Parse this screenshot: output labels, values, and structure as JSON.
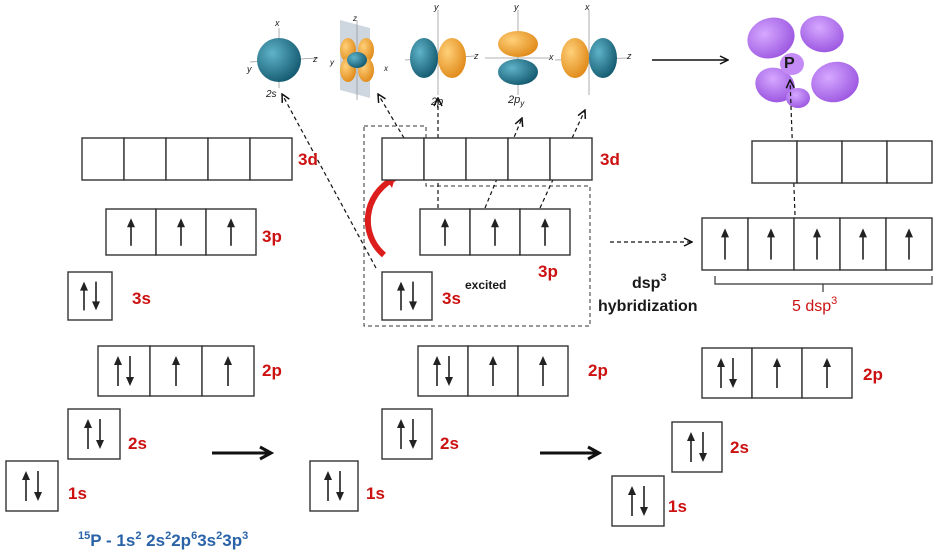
{
  "colors": {
    "label_red": "#cc1111",
    "config_blue": "#2a63a8",
    "orbital_teal": "#1f6f88",
    "orbital_orange": "#f0a030",
    "hybrid_purple": "#b070e8",
    "curved_arrow_red": "#dd1c1c"
  },
  "ground_state": {
    "labels": {
      "3d": "3d",
      "3p": "3p",
      "3s": "3s",
      "2p": "2p",
      "2s": "2s",
      "1s": "1s"
    },
    "occupancy": {
      "3d": [
        "empty",
        "empty",
        "empty",
        "empty",
        "empty"
      ],
      "3p": [
        "up",
        "up",
        "up"
      ],
      "3s": [
        "pair"
      ],
      "2p": [
        "pair",
        "up",
        "up"
      ],
      "2s": [
        "pair"
      ],
      "1s": [
        "pair"
      ]
    }
  },
  "excited_state": {
    "labels": {
      "3d": "3d",
      "3p": "3p",
      "3s": "3s",
      "excited": "excited",
      "2p": "2p",
      "2s": "2s",
      "1s": "1s"
    },
    "occupancy": {
      "3d": [
        "empty",
        "empty",
        "empty",
        "empty",
        "empty"
      ],
      "3p": [
        "up",
        "up",
        "up"
      ],
      "3s": [
        "pair"
      ],
      "2p": [
        "pair",
        "up",
        "up"
      ],
      "2s": [
        "pair"
      ],
      "1s": [
        "pair"
      ]
    }
  },
  "hybridized_state": {
    "labels": {
      "2p": "2p",
      "2s": "2s",
      "1s": "1s"
    },
    "occupancy": {
      "3d": [
        "empty",
        "empty",
        "empty",
        "empty"
      ],
      "dsp3": [
        "up",
        "up",
        "up",
        "up",
        "up"
      ],
      "2p": [
        "pair",
        "up",
        "up"
      ],
      "2s": [
        "pair"
      ],
      "1s": [
        "pair"
      ]
    }
  },
  "hybridization": {
    "title": "dsp",
    "title_sup": "3",
    "subtitle": "hybridization",
    "count_label": "5 dsp",
    "count_sup": "3"
  },
  "orbital_images": [
    {
      "name": "2s",
      "label": "2s",
      "axes": [
        "x",
        "y",
        "z"
      ]
    },
    {
      "name": "3d",
      "label": "",
      "axes": [
        "z",
        "y",
        "x"
      ]
    },
    {
      "name": "2px",
      "label": "2p",
      "axes": [
        "y",
        "z"
      ]
    },
    {
      "name": "2py",
      "label": "2p",
      "label_sub": "y",
      "axes": [
        "y",
        "x"
      ]
    },
    {
      "name": "2pz",
      "label": "",
      "axes": [
        "x",
        "z"
      ]
    }
  ],
  "hybrid_atom": {
    "symbol": "P"
  },
  "electron_configuration": {
    "mass_number": "15",
    "element": "P",
    "separator": " - ",
    "parts": [
      {
        "base": "1s",
        "sup": "2"
      },
      {
        "base": " 2s",
        "sup": "2"
      },
      {
        "base": "2p",
        "sup": "6"
      },
      {
        "base": "3s",
        "sup": "2"
      },
      {
        "base": "3p",
        "sup": "3"
      }
    ]
  }
}
